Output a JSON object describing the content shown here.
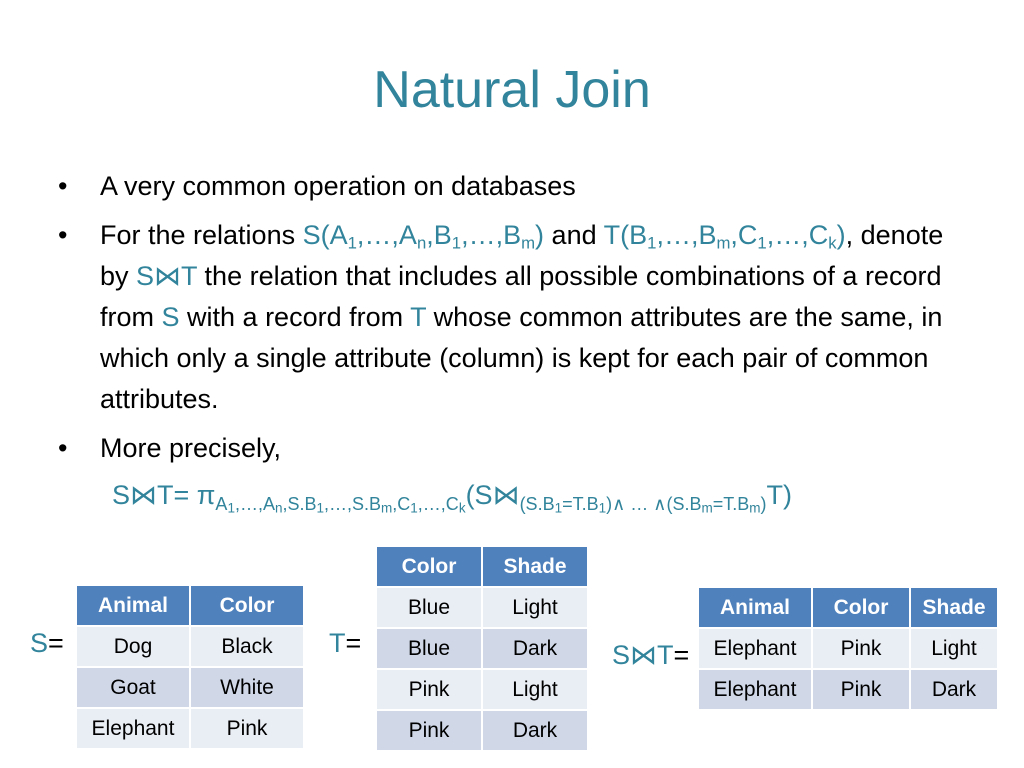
{
  "title": "Natural Join",
  "bullets": {
    "b1": "A very common operation on databases",
    "b2_prefix": "For the relations ",
    "b2_and": " and ",
    "b2_comma": ",",
    "b2_denote": "denote by ",
    "b2_denote_rest": " the relation that includes all possible combinations of a record from ",
    "b2_with": " with a record from ",
    "b2_rest": " whose common attributes are the same, in which only a single attribute (column) is kept for each pair of common attributes.",
    "b3": "More precisely,"
  },
  "symbols": {
    "S": "S",
    "T": "T",
    "join": "S⋈T",
    "join_eq": "S⋈T="
  },
  "tables": {
    "S": {
      "label_name": "S",
      "label_eq": "=",
      "headers": [
        "Animal",
        "Color"
      ],
      "rows": [
        [
          "Dog",
          "Black"
        ],
        [
          "Goat",
          "White"
        ],
        [
          "Elephant",
          "Pink"
        ]
      ]
    },
    "T": {
      "label_name": "T",
      "label_eq": "=",
      "headers": [
        "Color",
        "Shade"
      ],
      "rows": [
        [
          "Blue",
          "Light"
        ],
        [
          "Blue",
          "Dark"
        ],
        [
          "Pink",
          "Light"
        ],
        [
          "Pink",
          "Dark"
        ]
      ]
    },
    "ST": {
      "label_name": "S⋈T",
      "label_eq": "=",
      "headers": [
        "Animal",
        "Color",
        "Shade"
      ],
      "rows": [
        [
          "Elephant",
          "Pink",
          "Light"
        ],
        [
          "Elephant",
          "Pink",
          "Dark"
        ]
      ]
    }
  }
}
